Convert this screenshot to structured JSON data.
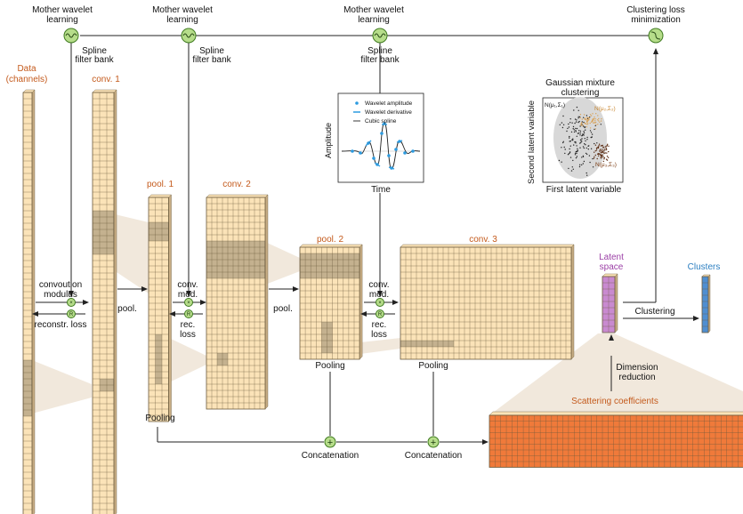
{
  "top": {
    "mother_wavelet": "Mother wavelet",
    "learning": "learning",
    "spline": "Spline",
    "filter_bank": "filter bank",
    "clustering_loss": "Clustering loss",
    "minimization": "minimization"
  },
  "labels": {
    "data": "Data",
    "channels": "(channels)",
    "conv1": "conv. 1",
    "pool1": "pool. 1",
    "conv2": "conv. 2",
    "pool2": "pool. 2",
    "conv3": "conv. 3",
    "latent": "Latent",
    "space": "space",
    "clusters": "Clusters",
    "convolution": "convoution",
    "modulus": "modulus",
    "reconstr_loss": "reconstr. loss",
    "pool": "pool.",
    "conv": "conv.",
    "mod": "mod.",
    "rec": "rec.",
    "loss": "loss",
    "pooling": "Pooling",
    "concatenation": "Concatenation",
    "clustering": "Clustering",
    "dimension": "Dimension",
    "reduction": "reduction",
    "scattering": "Scattering coefficients",
    "time": "Time",
    "amplitude": "Amplitude"
  },
  "inset": {
    "legend": [
      "Wavelet amplitude",
      "Wavelet derivative",
      "Cubic spline"
    ]
  },
  "gmm": {
    "title1": "Gaussian mixture",
    "title2": "clustering",
    "ylabel": "Second latent variable",
    "xlabel": "First latent variable",
    "n1": "N(μ₁,Σ₁)",
    "n2": "N(μ₂,Σ₂)",
    "n3": "N(μ₃,Σ₃)"
  },
  "colors": {
    "cell": "#fbe3b8",
    "cell_dark": "#c7ad84",
    "grid": "#6b5a3c",
    "shade": "#eadfcf",
    "orange_cell": "#f07a3a",
    "purple_cell": "#c98ad0",
    "blue_cell": "#4f8ed0",
    "node": "#b6dd8a",
    "node_stroke": "#3f7a20"
  }
}
